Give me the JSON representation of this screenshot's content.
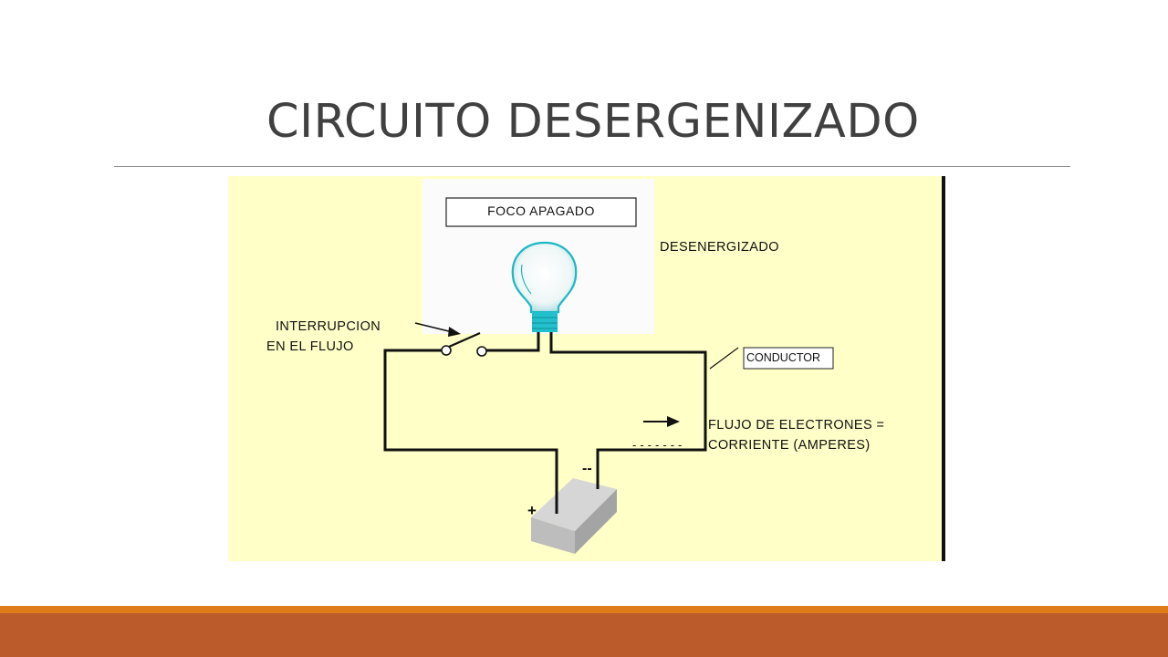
{
  "slide": {
    "title": "CIRCUITO DESERGENIZADO"
  },
  "diagram": {
    "bulb_box_label": "FOCO APAGADO",
    "state_label": "DESENERGIZADO",
    "switch_label_line1": "INTERRUPCION",
    "switch_label_line2": "EN EL FLUJO",
    "conductor_label": "CONDUCTOR",
    "flow_label_line1": "FLUJO DE ELECTRONES =",
    "flow_label_line2": "CORRIENTE (AMPERES)",
    "flow_dashes": "- - - - - - -",
    "battery_positive": "+",
    "battery_negative": "--"
  },
  "colors": {
    "panel_background": "#ffffc8",
    "bulb_accent": "#1ab8c4",
    "footer_orange": "#e07b1a",
    "footer_rust": "#bb5a2b"
  },
  "icons": [
    "light-bulb-icon",
    "switch-icon",
    "battery-icon",
    "arrow-icon"
  ]
}
